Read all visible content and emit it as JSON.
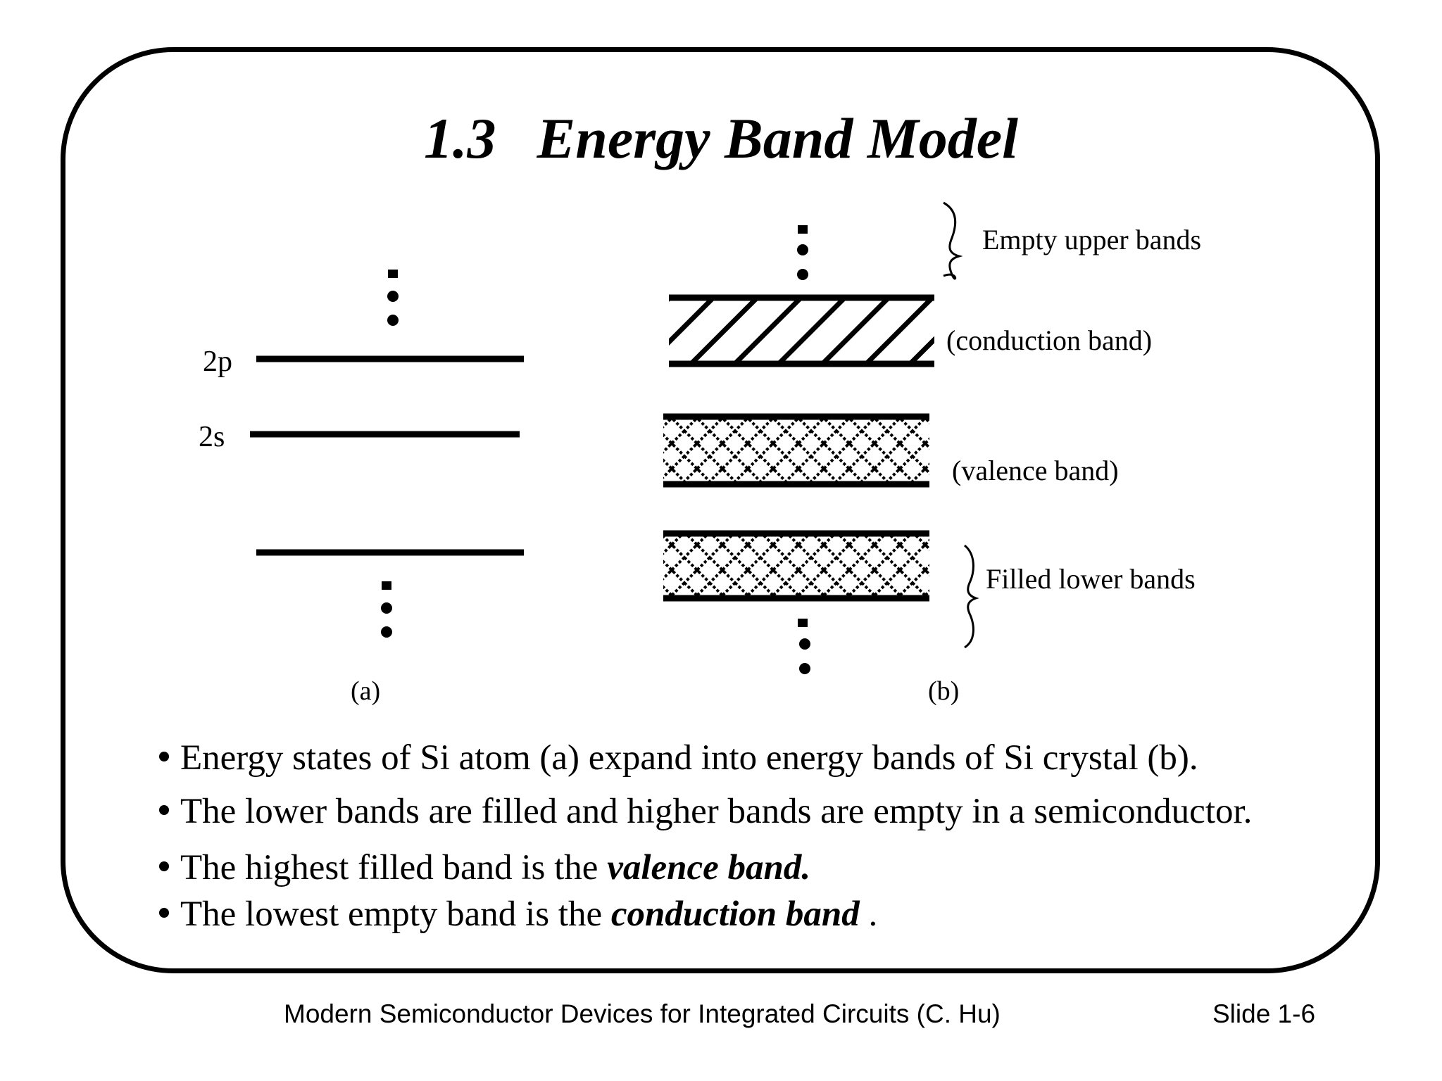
{
  "title": {
    "number": "1.3",
    "text": "Energy Band Model"
  },
  "diagram": {
    "atom_levels": {
      "level_2p": "2p",
      "level_2s": "2s",
      "caption": "(a)"
    },
    "crystal_bands": {
      "empty_upper_bands": "Empty upper bands",
      "conduction_band": "(conduction band)",
      "valence_band": "(valence band)",
      "filled_lower_bands": "Filled lower bands",
      "caption": "(b)"
    }
  },
  "bullets": [
    {
      "text": "Energy states of Si atom (a) expand into energy bands of Si crystal (b).",
      "emphasis": "",
      "suffix": ""
    },
    {
      "text": "The lower bands are filled and higher bands are empty in a semiconductor.",
      "emphasis": "",
      "suffix": ""
    },
    {
      "text": "The highest filled band is the ",
      "emphasis": "valence band.",
      "suffix": ""
    },
    {
      "text": "The lowest empty band is the ",
      "emphasis": "conduction band",
      "suffix": " ."
    }
  ],
  "footer": {
    "book_title": "Modern Semiconductor Devices for Integrated Circuits (C. Hu)",
    "slide_number": "Slide 1-6"
  }
}
